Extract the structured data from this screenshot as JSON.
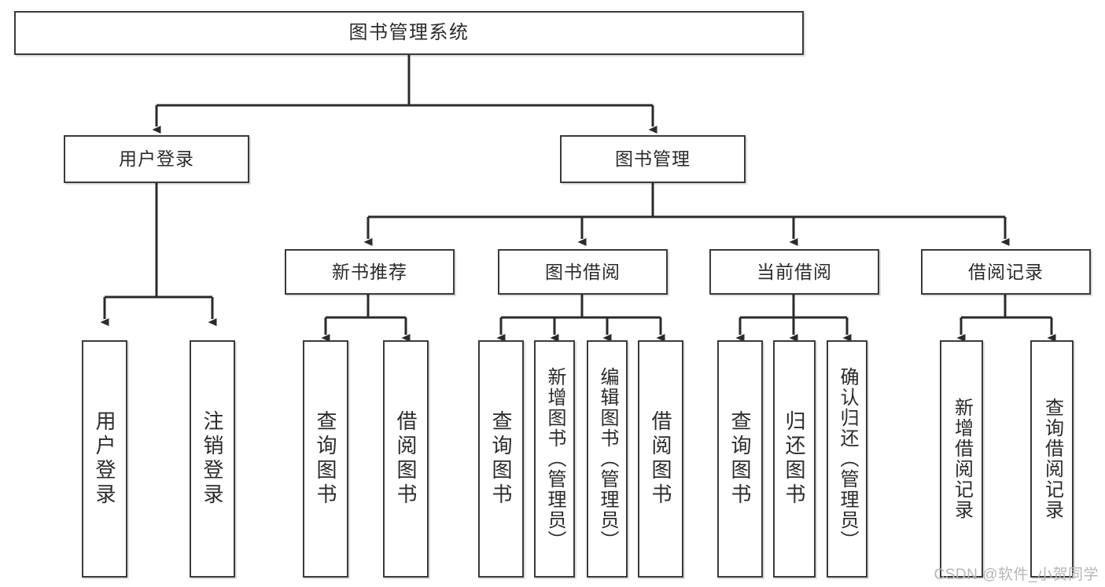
{
  "diagram": {
    "title": "图书管理系统",
    "watermark": "CSDN @软件_小贺同学",
    "type": "tree-hierarchy",
    "orientation": "top-down",
    "edge_style": "orthogonal-arrow",
    "colors": {
      "background": "#ffffff",
      "node_fill": "#ffffff",
      "node_border": "#3a3a3a",
      "text": "#2b2b2b",
      "edge": "#2b2b2b",
      "watermark": "#b6b6b6"
    }
  },
  "nodes": {
    "root": {
      "label": "图书管理系统"
    },
    "level1": [
      {
        "id": "user-login",
        "label": "用户登录"
      },
      {
        "id": "book-manage",
        "label": "图书管理"
      }
    ],
    "level2": [
      {
        "id": "new-book-rec",
        "label": "新书推荐",
        "parent": "book-manage"
      },
      {
        "id": "book-borrow",
        "label": "图书借阅",
        "parent": "book-manage"
      },
      {
        "id": "current-borrow",
        "label": "当前借阅",
        "parent": "book-manage"
      },
      {
        "id": "borrow-record",
        "label": "借阅记录",
        "parent": "book-manage"
      }
    ],
    "leaves": {
      "user-login": [
        {
          "id": "leaf-user-login",
          "label": "用户登录"
        },
        {
          "id": "leaf-logout",
          "label": "注销登录"
        }
      ],
      "new-book-rec": [
        {
          "id": "leaf-query-book-1",
          "label": "查询图书"
        },
        {
          "id": "leaf-borrow-book-1",
          "label": "借阅图书"
        }
      ],
      "book-borrow": [
        {
          "id": "leaf-query-book-2",
          "label": "查询图书"
        },
        {
          "id": "leaf-add-book",
          "label": "新增图书（管理员）"
        },
        {
          "id": "leaf-edit-book",
          "label": "编辑图书（管理员）"
        },
        {
          "id": "leaf-borrow-book-2",
          "label": "借阅图书"
        }
      ],
      "current-borrow": [
        {
          "id": "leaf-query-book-3",
          "label": "查询图书"
        },
        {
          "id": "leaf-return-book",
          "label": "归还图书"
        },
        {
          "id": "leaf-confirm-return",
          "label": "确认归还（管理员）"
        }
      ],
      "borrow-record": [
        {
          "id": "leaf-add-record",
          "label": "新增借阅记录"
        },
        {
          "id": "leaf-query-record",
          "label": "查询借阅记录"
        }
      ]
    }
  }
}
